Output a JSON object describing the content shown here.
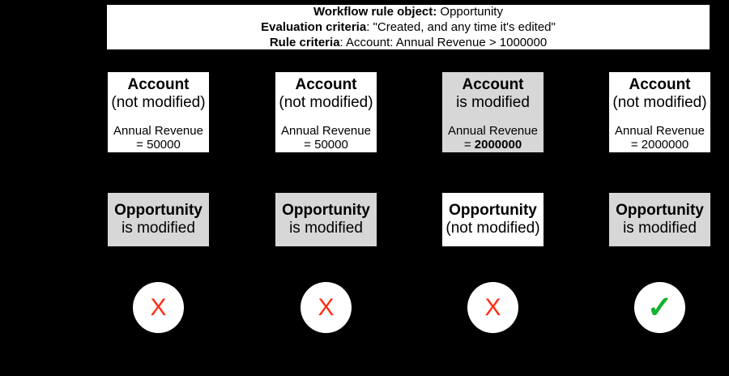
{
  "page": {
    "background": "#000000"
  },
  "colors": {
    "box_highlight_gray": "#d7d7d7",
    "box_white": "#ffffff",
    "fail_red": "#ff2d12",
    "pass_green": "#14b32c"
  },
  "header": {
    "line1_bold": "Workflow rule object:",
    "line1_rest": " Opportunity",
    "line2_bold": "Evaluation criteria",
    "line2_rest": ": \"Created, and any time it's edited\"",
    "line3_bold": "Rule criteria",
    "line3_rest": ": Account: Annual Revenue > 1000000"
  },
  "columns": [
    {
      "account": {
        "title": "Account",
        "status": "(not modified)",
        "revenue_label": "Annual Revenue",
        "revenue_prefix": "= ",
        "revenue_number": "50000",
        "revenue_bold": false,
        "highlighted": false
      },
      "opportunity": {
        "title": "Opportunity",
        "status": "is modified",
        "highlighted": true
      },
      "result": {
        "symbol": "X",
        "pass": false
      }
    },
    {
      "account": {
        "title": "Account",
        "status": "(not modified)",
        "revenue_label": "Annual Revenue",
        "revenue_prefix": "= ",
        "revenue_number": "50000",
        "revenue_bold": false,
        "highlighted": false
      },
      "opportunity": {
        "title": "Opportunity",
        "status": "is modified",
        "highlighted": true
      },
      "result": {
        "symbol": "X",
        "pass": false
      }
    },
    {
      "account": {
        "title": "Account",
        "status": "is modified",
        "revenue_label": "Annual Revenue",
        "revenue_prefix": "= ",
        "revenue_number": "2000000",
        "revenue_bold": true,
        "highlighted": true
      },
      "opportunity": {
        "title": "Opportunity",
        "status": "(not modified)",
        "highlighted": false
      },
      "result": {
        "symbol": "X",
        "pass": false
      }
    },
    {
      "account": {
        "title": "Account",
        "status": "(not modified)",
        "revenue_label": "Annual Revenue",
        "revenue_prefix": "= ",
        "revenue_number": "2000000",
        "revenue_bold": false,
        "highlighted": false
      },
      "opportunity": {
        "title": "Opportunity",
        "status": "is modified",
        "highlighted": true
      },
      "result": {
        "symbol": "✓",
        "pass": true
      }
    }
  ]
}
